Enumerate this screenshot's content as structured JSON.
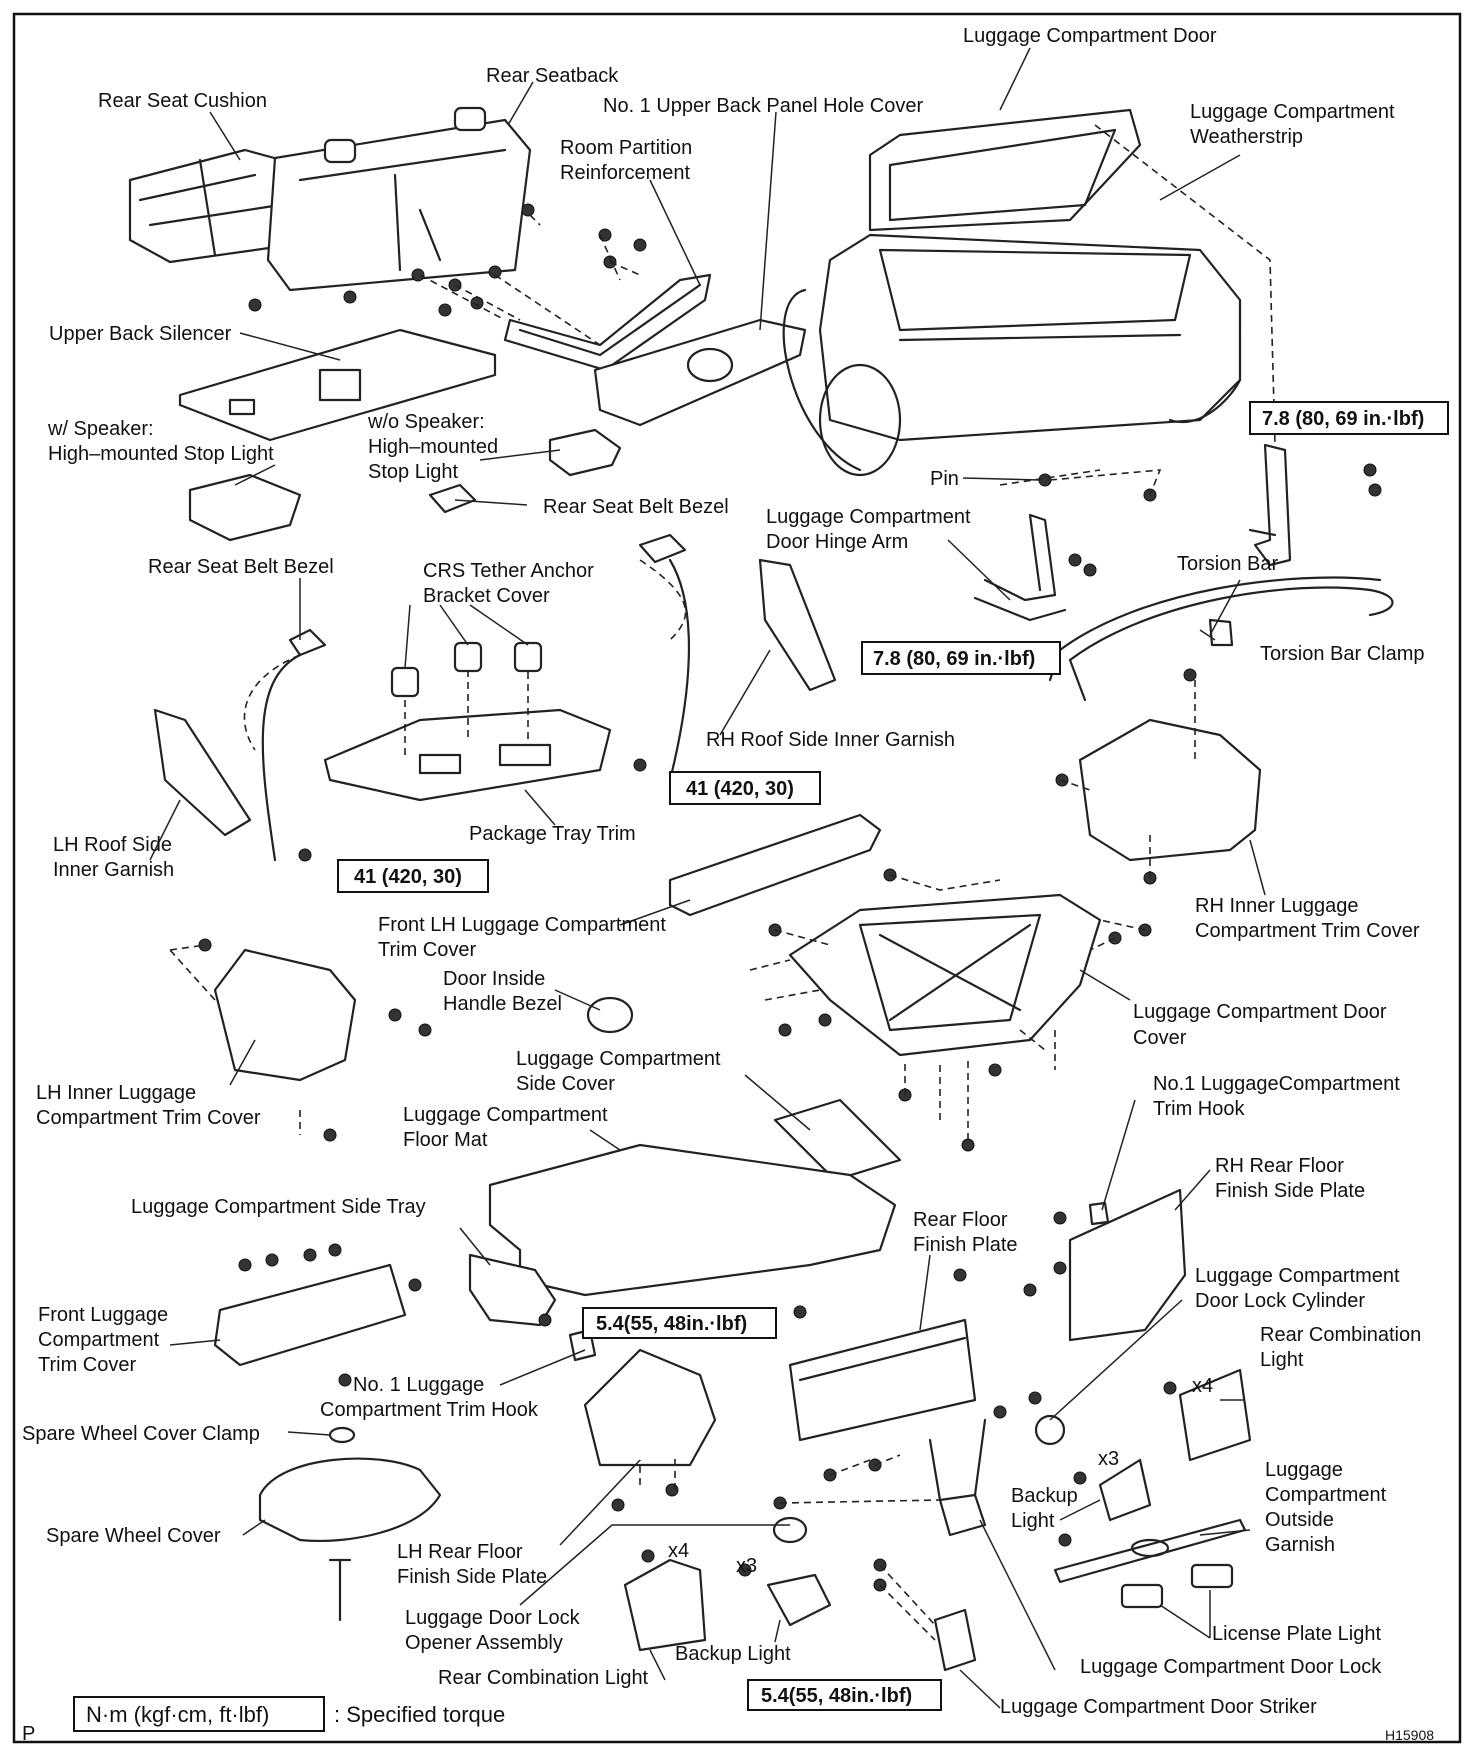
{
  "labels": {
    "luggage_compartment_door": "Luggage Compartment Door",
    "rear_seatback": "Rear Seatback",
    "rear_seat_cushion": "Rear Seat Cushion",
    "no1_upper_back_panel_hole_cover": "No. 1 Upper Back Panel Hole Cover",
    "room_partition_reinforcement_l1": "Room Partition",
    "room_partition_reinforcement_l2": "Reinforcement",
    "luggage_compartment_weatherstrip_l1": "Luggage Compartment",
    "luggage_compartment_weatherstrip_l2": "Weatherstrip",
    "upper_back_silencer": "Upper Back Silencer",
    "w_speaker_l1": "w/ Speaker:",
    "w_speaker_l2": "High–mounted Stop Light",
    "wo_speaker_l1": "w/o Speaker:",
    "wo_speaker_l2": "High–mounted",
    "wo_speaker_l3": "Stop Light",
    "pin": "Pin",
    "rear_seat_belt_bezel_right": "Rear Seat Belt Bezel",
    "luggage_compartment_door_hinge_arm_l1": "Luggage Compartment",
    "luggage_compartment_door_hinge_arm_l2": "Door Hinge Arm",
    "rear_seat_belt_bezel_left": "Rear Seat Belt Bezel",
    "crs_tether_l1": "CRS Tether Anchor",
    "crs_tether_l2": "Bracket Cover",
    "torsion_bar": "Torsion Bar",
    "torsion_bar_clamp": "Torsion Bar Clamp",
    "rh_roof_side_inner_garnish": "RH Roof Side Inner Garnish",
    "lh_roof_side_inner_garnish_l1": "LH Roof Side",
    "lh_roof_side_inner_garnish_l2": "Inner Garnish",
    "package_tray_trim": "Package Tray Trim",
    "rh_inner_luggage_trim_l1": "RH Inner Luggage",
    "rh_inner_luggage_trim_l2": "Compartment Trim Cover",
    "front_lh_luggage_trim_l1": "Front LH Luggage Compartment",
    "front_lh_luggage_trim_l2": "Trim Cover",
    "door_inside_handle_bezel_l1": "Door Inside",
    "door_inside_handle_bezel_l2": "Handle Bezel",
    "luggage_compartment_door_cover_l1": "Luggage Compartment Door",
    "luggage_compartment_door_cover_l2": "Cover",
    "luggage_compartment_side_cover_l1": "Luggage Compartment",
    "luggage_compartment_side_cover_l2": "Side Cover",
    "lh_inner_luggage_trim_l1": "LH Inner Luggage",
    "lh_inner_luggage_trim_l2": "Compartment Trim Cover",
    "luggage_compartment_floor_mat_l1": "Luggage Compartment",
    "luggage_compartment_floor_mat_l2": "Floor Mat",
    "no1_trim_hook_right_l1": "No.1 LuggageCompartment",
    "no1_trim_hook_right_l2": "Trim Hook",
    "rh_rear_floor_finish_side_plate_l1": "RH Rear Floor",
    "rh_rear_floor_finish_side_plate_l2": "Finish Side Plate",
    "luggage_compartment_side_tray": "Luggage Compartment Side Tray",
    "rear_floor_finish_plate_l1": "Rear Floor",
    "rear_floor_finish_plate_l2": "Finish Plate",
    "luggage_compartment_door_lock_cylinder_l1": "Luggage Compartment",
    "luggage_compartment_door_lock_cylinder_l2": "Door Lock Cylinder",
    "front_luggage_trim_l1": "Front Luggage",
    "front_luggage_trim_l2": "Compartment",
    "front_luggage_trim_l3": "Trim Cover",
    "rear_combination_light_right_l1": "Rear Combination",
    "rear_combination_light_right_l2": "Light",
    "no1_trim_hook_left_l1": "No. 1 Luggage",
    "no1_trim_hook_left_l2": "Compartment Trim Hook",
    "spare_wheel_cover_clamp": "Spare Wheel Cover Clamp",
    "x4_right": "x4",
    "luggage_outside_garnish_l1": "Luggage",
    "luggage_outside_garnish_l2": "Compartment",
    "luggage_outside_garnish_l3": "Outside",
    "luggage_outside_garnish_l4": "Garnish",
    "x3_right": "x3",
    "backup_light_right_l1": "Backup",
    "backup_light_right_l2": "Light",
    "spare_wheel_cover": "Spare Wheel Cover",
    "lh_rear_floor_finish_side_plate_l1": "LH Rear Floor",
    "lh_rear_floor_finish_side_plate_l2": "Finish Side Plate",
    "x4_left": "x4",
    "x3_left": "x3",
    "luggage_door_lock_opener_l1": "Luggage Door Lock",
    "luggage_door_lock_opener_l2": "Opener Assembly",
    "license_plate_light": "License Plate Light",
    "backup_light_bottom": "Backup Light",
    "luggage_compartment_door_lock": "Luggage Compartment Door Lock",
    "rear_combination_light_bottom": "Rear Combination Light",
    "luggage_compartment_door_striker": "Luggage Compartment Door Striker",
    "corner_p": "P",
    "figure_id": "H15908"
  },
  "torques": {
    "hinge_right": "7.8 (80, 69 in.·lbf)",
    "hinge_arm": "7.8 (80, 69 in.·lbf)",
    "belt_right": "41 (420, 30)",
    "belt_left": "41 (420, 30)",
    "trim_hook": "5.4(55, 48in.·lbf)",
    "striker": "5.4(55, 48in.·lbf)"
  },
  "legend": {
    "unit": "N·m (kgf·cm, ft·lbf)",
    "text": ": Specified torque"
  }
}
